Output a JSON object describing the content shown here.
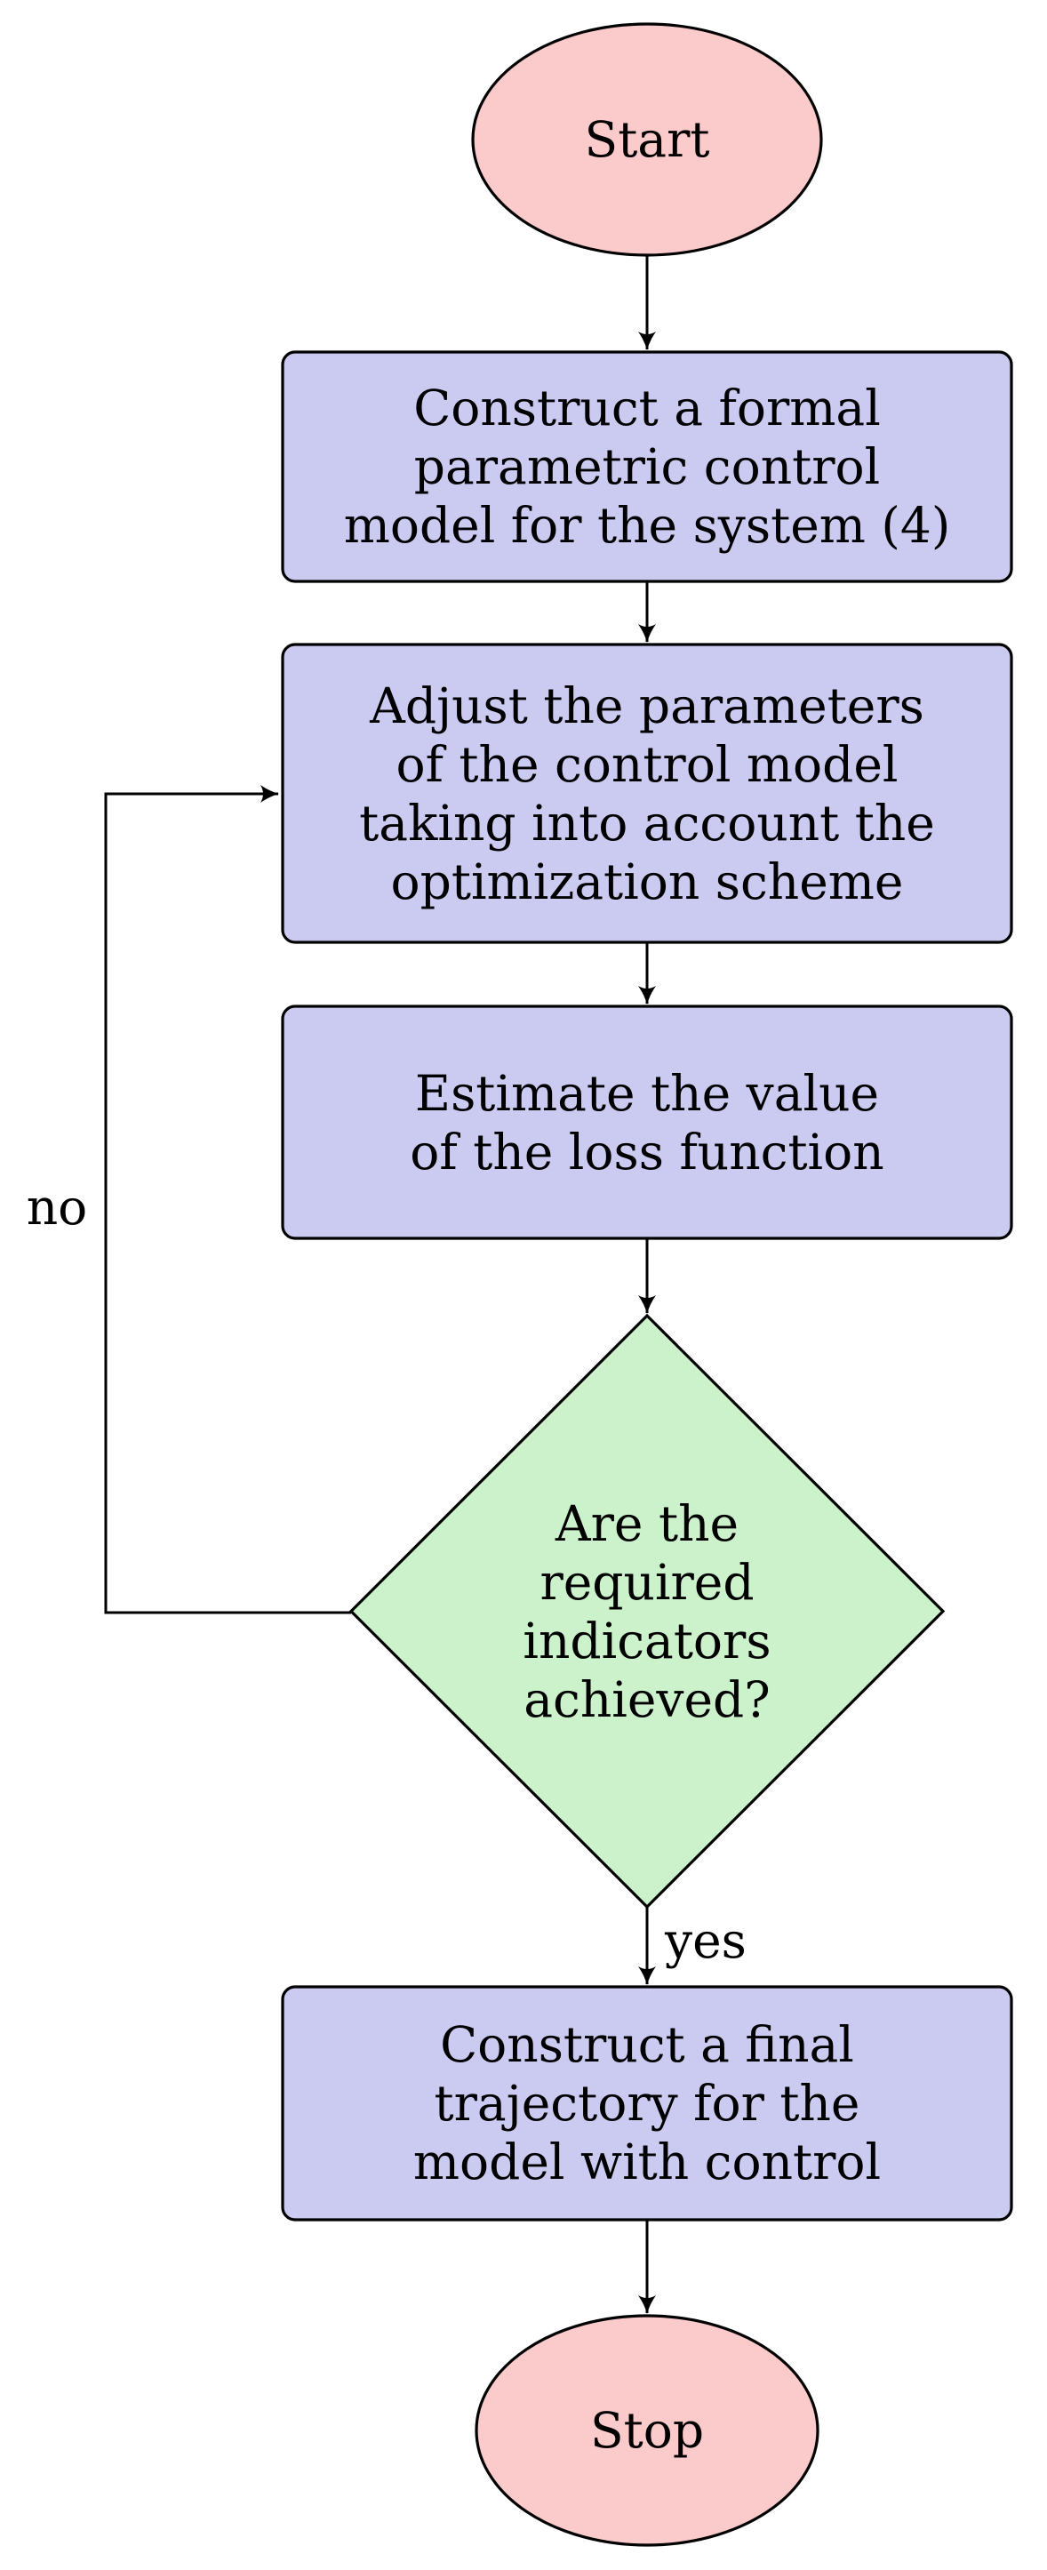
{
  "diagram": {
    "type": "flowchart",
    "nodes": {
      "start": {
        "shape": "ellipse",
        "label": "Start"
      },
      "construct_model": {
        "shape": "rounded-rect",
        "label": "Construct a formal\nparametric control\nmodel for the system (4)"
      },
      "adjust_parameters": {
        "shape": "rounded-rect",
        "label": "Adjust the parameters\nof the control model\ntaking into account the\noptimization scheme"
      },
      "estimate_loss": {
        "shape": "rounded-rect",
        "label": "Estimate the value\nof the loss function"
      },
      "decision": {
        "shape": "diamond",
        "label": "Are the\nrequired\nindicators\nachieved?"
      },
      "construct_trajectory": {
        "shape": "rounded-rect",
        "label": "Construct a final\ntrajectory for the\nmodel with control"
      },
      "stop": {
        "shape": "ellipse",
        "label": "Stop"
      }
    },
    "edges": {
      "yes_label": "yes",
      "no_label": "no"
    }
  },
  "colors": {
    "terminator_fill": "#fbcaca",
    "process_fill": "#cbcbf2",
    "decision_fill": "#ccf2cc",
    "stroke": "#000000",
    "background": "#ffffff",
    "text_color": "#000000"
  }
}
